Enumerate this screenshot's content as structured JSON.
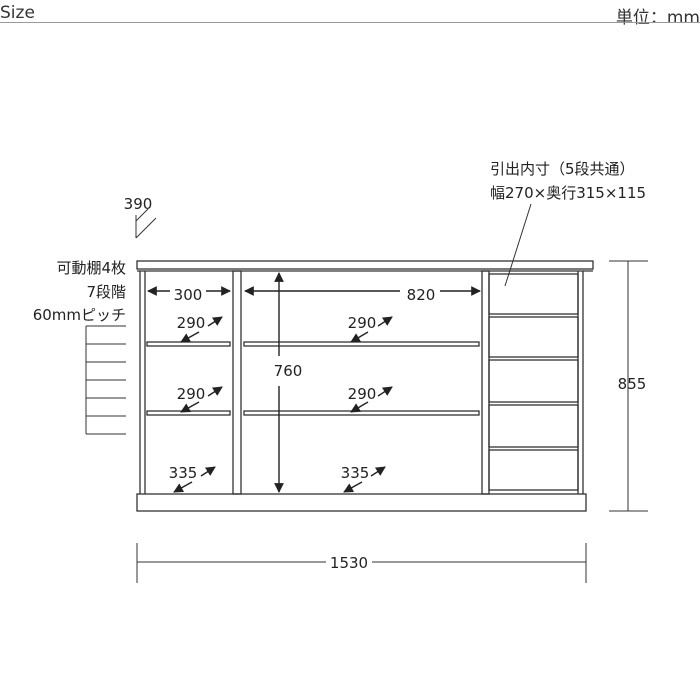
{
  "header": {
    "title": "Size",
    "unit": "単位：mm"
  },
  "drawer_note": {
    "line1": "引出内寸（5段共通）",
    "line2": "幅270×奥行315×115"
  },
  "shelf_note": {
    "line1": "可動棚4枚",
    "line2": "7段階",
    "line3": "60mmピッチ"
  },
  "dimensions": {
    "top_depth": "390",
    "left_inner_width": "300",
    "center_inner_width": "820",
    "inner_height": "760",
    "total_height": "855",
    "total_width": "1530",
    "left_shelf_depth": "290",
    "center_shelf_depth": "290",
    "left_shelf2_depth": "290",
    "center_shelf2_depth": "290",
    "left_bottom_depth": "335",
    "center_bottom_depth": "335"
  },
  "colors": {
    "line": "#333333",
    "header_rule": "#9a9a9a"
  }
}
